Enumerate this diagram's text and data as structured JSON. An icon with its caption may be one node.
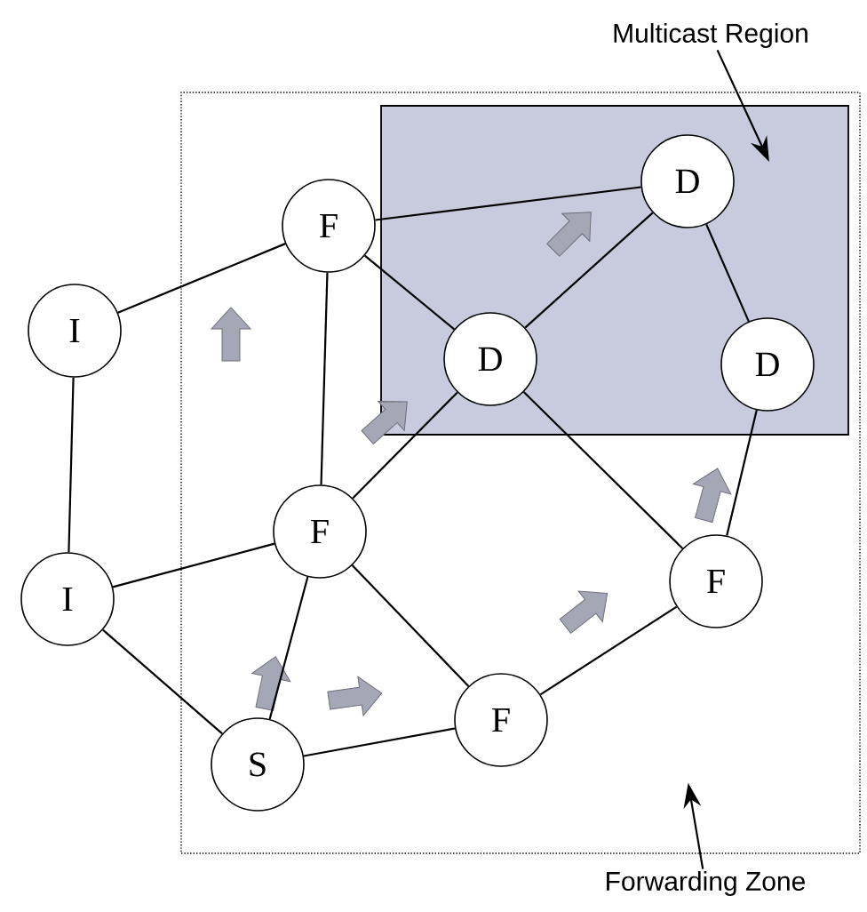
{
  "diagram": {
    "nodes": [
      {
        "text": [
          "Multicast Region"
        ]
      },
      {
        "text": [],
        "shape": "box"
      },
      {
        "text": [],
        "shape": "box",
        "in": 1
      },
      {
        "text": [
          "F"
        ],
        "in": 1
      },
      {
        "text": [
          "I"
        ]
      },
      {
        "text": [
          "D"
        ],
        "in": 2
      },
      {
        "text": [
          "D"
        ],
        "in": 2
      },
      {
        "text": [
          "D"
        ],
        "in": 2
      },
      {
        "text": [
          "F"
        ],
        "in": 1
      },
      {
        "text": [
          "I"
        ]
      },
      {
        "text": [
          "F"
        ],
        "in": 1
      },
      {
        "text": [
          "F"
        ],
        "in": 1
      },
      {
        "text": [
          "S"
        ],
        "in": 1
      },
      {
        "text": [
          "Forwarding Zone"
        ]
      }
    ],
    "edges": [
      {
        "from": 4,
        "to": 3,
        "arrow": "none"
      },
      {
        "from": 4,
        "to": 9,
        "arrow": "none"
      },
      {
        "from": 3,
        "to": 5,
        "arrow": "none"
      },
      {
        "from": 3,
        "to": 6,
        "arrow": "none"
      },
      {
        "from": 3,
        "to": 8,
        "arrow": "none"
      },
      {
        "from": 6,
        "to": 5,
        "arrow": "none"
      },
      {
        "from": 5,
        "to": 7,
        "arrow": "none"
      },
      {
        "from": 6,
        "to": 8,
        "arrow": "none"
      },
      {
        "from": 6,
        "to": 10,
        "arrow": "none"
      },
      {
        "from": 7,
        "to": 10,
        "arrow": "none"
      },
      {
        "from": 8,
        "to": 9,
        "arrow": "none"
      },
      {
        "from": 8,
        "to": 12,
        "arrow": "none"
      },
      {
        "from": 8,
        "to": 11,
        "arrow": "none"
      },
      {
        "from": 9,
        "to": 12,
        "arrow": "none"
      },
      {
        "from": 12,
        "to": 11,
        "arrow": "none"
      },
      {
        "from": 11,
        "to": 10,
        "arrow": "none"
      },
      {
        "from": 0,
        "to": 2,
        "arrow": "to"
      },
      {
        "from": 13,
        "to": 1,
        "arrow": "to"
      }
    ]
  }
}
